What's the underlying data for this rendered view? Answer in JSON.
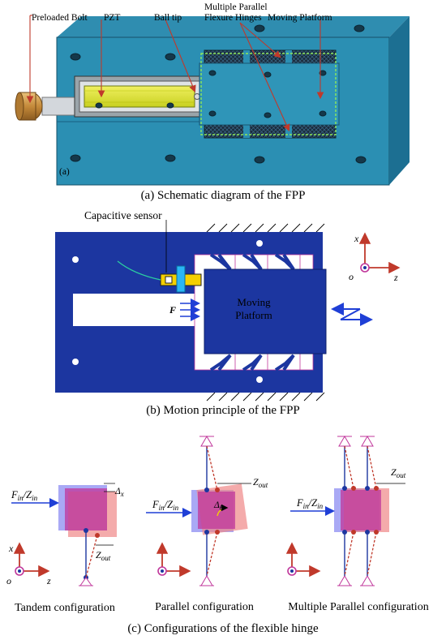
{
  "panel_a": {
    "callouts": {
      "preloaded_bolt": "Preloaded Bolt",
      "pzt": "PZT",
      "ball_tip": "Ball tip",
      "hinges_line1": "Multiple Parallel",
      "hinges_line2": "Flexure Hinges",
      "moving_platform": "Moving Platform"
    },
    "corner_tag": "(a)",
    "caption": "(a)   Schematic diagram of the FPP"
  },
  "panel_b": {
    "sensor_label": "Capacitive sensor",
    "force_label": "F",
    "platform_line1": "Moving",
    "platform_line2": "Platform",
    "axes": {
      "x": "x",
      "z": "z",
      "o": "o"
    },
    "caption": "(b) Motion principle of the FPP"
  },
  "panel_c": {
    "tandem": {
      "input": "F",
      "input_sub": "in",
      "slash": "/",
      "z": "Z",
      "z_sub": "in",
      "delta": "Δ",
      "delta_sub": "x",
      "out": "Z",
      "out_sub": "out",
      "caption": "Tandem configuration"
    },
    "parallel": {
      "input": "F",
      "input_sub": "in",
      "slash": "/",
      "z": "Z",
      "z_sub": "in",
      "delta": "Δ",
      "delta_sub": "θ",
      "out": "Z",
      "out_sub": "out",
      "caption": "Parallel configuration"
    },
    "multiple": {
      "input": "F",
      "input_sub": "in",
      "slash": "/",
      "z": "Z",
      "z_sub": "in",
      "out": "Z",
      "out_sub": "out",
      "caption": "Multiple Parallel configuration"
    },
    "axes": {
      "x": "x",
      "z": "z",
      "o": "o"
    },
    "caption": "(c)   Configurations of the flexible hinge"
  },
  "colors": {
    "base_teal": "#2b8fb3",
    "base_dark": "#1c6f92",
    "platform_blue": "#1c36a0",
    "magenta": "#c0379b",
    "axis_red": "#c0392b",
    "arrow_blue": "#1f3fd6",
    "sensor_yellow": "#f5d000"
  }
}
